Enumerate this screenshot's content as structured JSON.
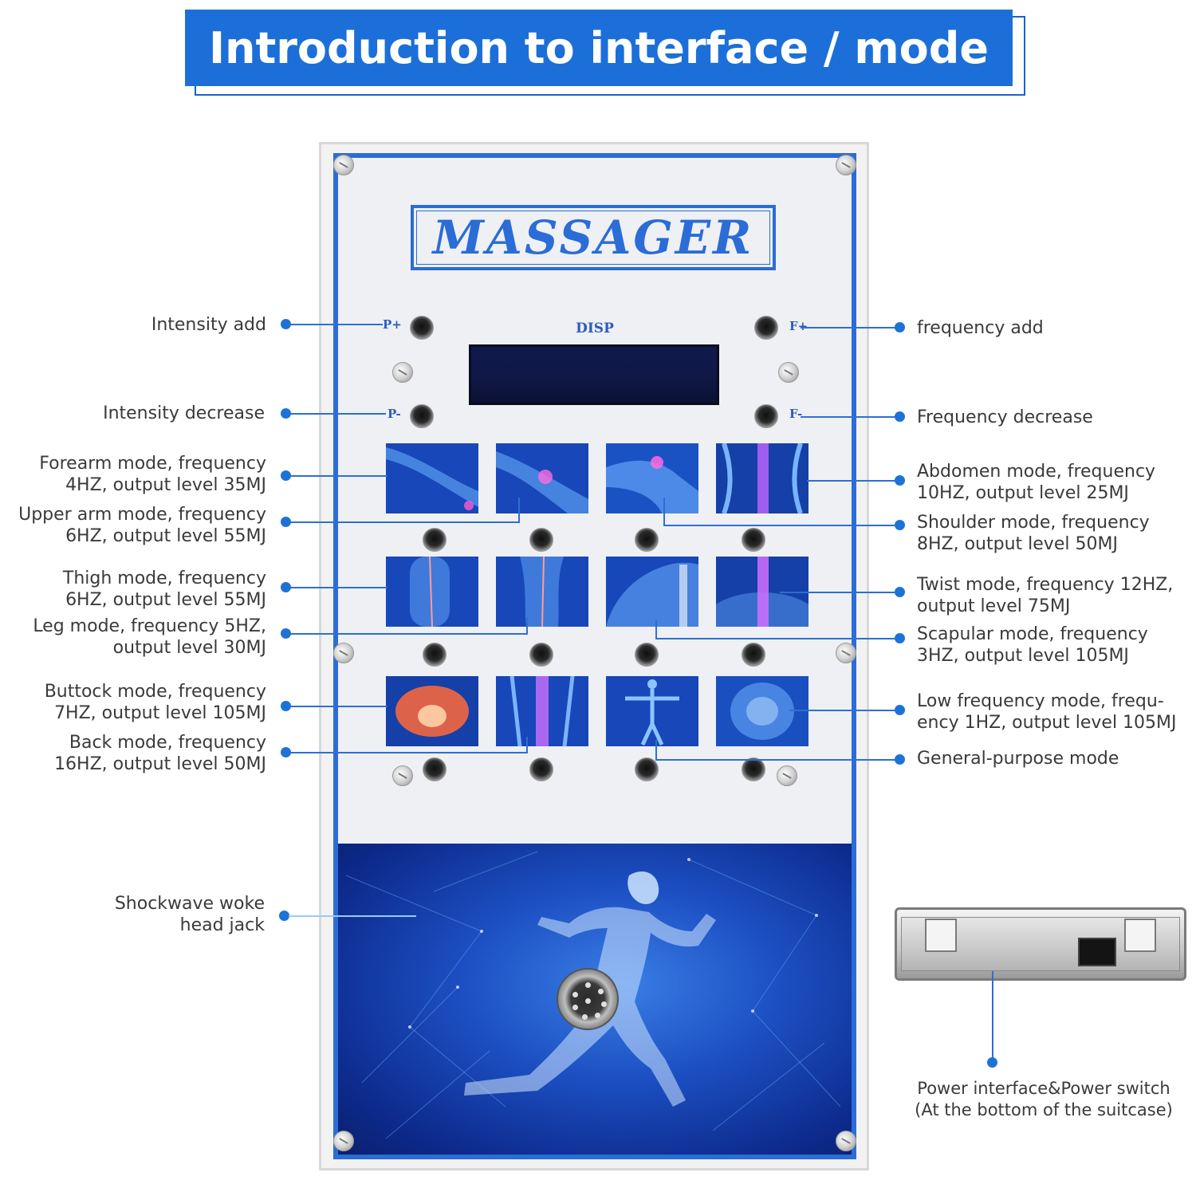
{
  "title": "Introduction to interface / mode",
  "device": {
    "brand": "MASSAGER",
    "display_label": "DISP",
    "buttons": {
      "p_plus": "P+",
      "p_minus": "P-",
      "f_plus": "F+",
      "f_minus": "F-"
    }
  },
  "callouts_left": [
    {
      "id": "intensity-add",
      "lines": [
        "Intensity add"
      ]
    },
    {
      "id": "intensity-decrease",
      "lines": [
        "Intensity decrease"
      ]
    },
    {
      "id": "forearm-mode",
      "lines": [
        "Forearm mode, frequency",
        "4HZ, output level 35MJ"
      ]
    },
    {
      "id": "upper-arm-mode",
      "lines": [
        "Upper arm mode, frequency",
        "6HZ, output level 55MJ"
      ]
    },
    {
      "id": "thigh-mode",
      "lines": [
        "Thigh mode, frequency",
        "6HZ, output level 55MJ"
      ]
    },
    {
      "id": "leg-mode",
      "lines": [
        "Leg mode, frequency 5HZ,",
        "output level 30MJ"
      ]
    },
    {
      "id": "buttock-mode",
      "lines": [
        "Buttock mode, frequency",
        "7HZ, output level 105MJ"
      ]
    },
    {
      "id": "back-mode",
      "lines": [
        "Back mode, frequency",
        "16HZ, output level 50MJ"
      ]
    },
    {
      "id": "shockwave-jack",
      "lines": [
        "Shockwave woke",
        "head jack"
      ]
    }
  ],
  "callouts_right": [
    {
      "id": "frequency-add",
      "lines": [
        "frequency add"
      ]
    },
    {
      "id": "frequency-decrease",
      "lines": [
        "Frequency decrease"
      ]
    },
    {
      "id": "abdomen-mode",
      "lines": [
        "Abdomen mode, frequency",
        "10HZ, output level 25MJ"
      ]
    },
    {
      "id": "shoulder-mode",
      "lines": [
        "Shoulder mode, frequency",
        "8HZ, output level 50MJ"
      ]
    },
    {
      "id": "twist-mode",
      "lines": [
        "Twist mode, frequency 12HZ,",
        "output level 75MJ"
      ]
    },
    {
      "id": "scapular-mode",
      "lines": [
        "Scapular mode, frequency",
        "3HZ, output level 105MJ"
      ]
    },
    {
      "id": "low-frequency-mode",
      "lines": [
        "Low frequency mode, frequ-",
        "ency 1HZ, output level 105MJ"
      ]
    },
    {
      "id": "general-purpose-mode",
      "lines": [
        "General-purpose mode"
      ]
    },
    {
      "id": "power-interface",
      "lines": [
        "Power interface&Power switch",
        "(At the bottom of the suitcase)"
      ]
    }
  ],
  "colors": {
    "accent": "#1c6fd8",
    "panel_blue": "#2b6cd6",
    "label_text": "#3a3a3a",
    "art_blue": "#1c4fc2"
  }
}
